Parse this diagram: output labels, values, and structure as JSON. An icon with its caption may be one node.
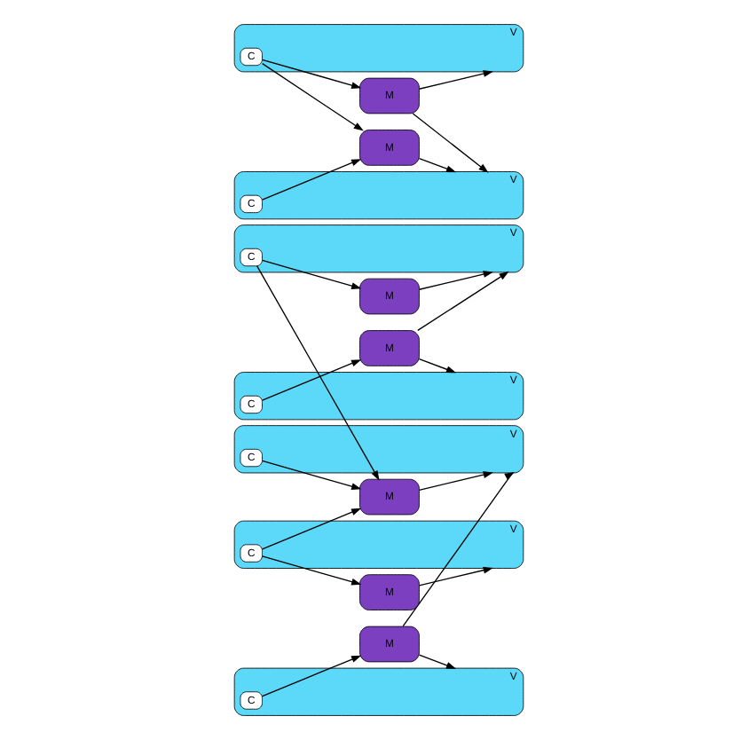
{
  "diagram": {
    "nodes": [
      {
        "text": [
          "M"
        ]
      },
      {
        "text": [
          "V"
        ]
      },
      {
        "text": [
          "C"
        ],
        "in": 1
      },
      {
        "text": [
          "M"
        ]
      },
      {
        "text": [
          "V"
        ]
      },
      {
        "text": [
          "C"
        ],
        "in": 4
      },
      {
        "text": [
          "M"
        ]
      },
      {
        "text": [
          "V"
        ]
      },
      {
        "text": [
          "C"
        ],
        "in": 7
      },
      {
        "text": [
          "M"
        ]
      },
      {
        "text": [
          "V"
        ]
      },
      {
        "text": [
          "C"
        ],
        "in": 10
      },
      {
        "text": [
          "M"
        ]
      },
      {
        "text": [
          "V"
        ]
      },
      {
        "text": [
          "C"
        ],
        "in": 13
      },
      {
        "text": [
          "M"
        ]
      },
      {
        "text": [
          "V"
        ]
      },
      {
        "text": [
          "C"
        ],
        "in": 16
      },
      {
        "text": [
          "M"
        ]
      },
      {
        "text": [
          "V"
        ]
      },
      {
        "text": [
          "C"
        ],
        "in": 19
      }
    ],
    "edges": [
      {
        "from": 0,
        "to": 1,
        "arrow": "to"
      },
      {
        "from": 2,
        "to": 0,
        "arrow": "to"
      },
      {
        "from": 2,
        "to": 3,
        "arrow": "to"
      },
      {
        "from": 3,
        "to": 4,
        "arrow": "to"
      },
      {
        "from": 5,
        "to": 3,
        "arrow": "to"
      },
      {
        "from": 6,
        "to": 1,
        "arrow": "to"
      },
      {
        "from": 6,
        "to": 7,
        "arrow": "to"
      },
      {
        "from": 8,
        "to": 6,
        "arrow": "to"
      },
      {
        "from": 9,
        "to": 4,
        "arrow": "to"
      },
      {
        "from": 17,
        "to": 3,
        "arrow": "to"
      },
      {
        "from": 9,
        "to": 10,
        "arrow": "to"
      },
      {
        "from": 11,
        "to": 9,
        "arrow": "to"
      },
      {
        "from": 12,
        "to": 13,
        "arrow": "to"
      },
      {
        "from": 14,
        "to": 12,
        "arrow": "to"
      },
      {
        "from": 12,
        "to": 19,
        "arrow": "to"
      },
      {
        "from": 15,
        "to": 16,
        "arrow": "to"
      },
      {
        "from": 17,
        "to": 15,
        "arrow": "to"
      },
      {
        "from": 14,
        "to": 18,
        "arrow": "to"
      },
      {
        "from": 18,
        "to": 19,
        "arrow": "to"
      },
      {
        "from": 20,
        "to": 18,
        "arrow": "to"
      }
    ]
  }
}
